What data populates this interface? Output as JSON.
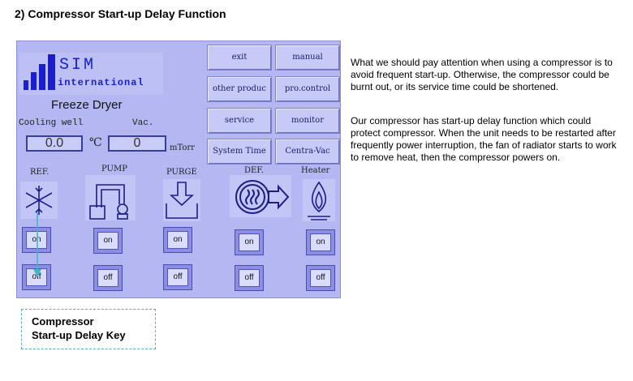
{
  "heading": "2) Compressor Start-up Delay Function",
  "panel": {
    "logo_sim": "SIM",
    "logo_international": "international",
    "freeze_dryer": "Freeze Dryer",
    "cooling_well_label": "Cooling well",
    "vac_label": "Vac.",
    "cooling_value": "0.0",
    "cooling_unit": "℃",
    "vac_value": "0",
    "vac_unit": "mTorr",
    "menu": [
      "exit",
      "manual",
      "other produc",
      "pro.control",
      "service",
      "monitor",
      "System Time",
      "Centra-Vac"
    ],
    "sections": [
      "REF.",
      "PUMP",
      "PURGE",
      "DEF.",
      "Heater"
    ],
    "on_label": "on",
    "off_label": "off"
  },
  "callout": {
    "line1": "Compressor",
    "line2": "Start-up Delay Key"
  },
  "paragraphs": [
    "What we should pay attention when using a compressor is to avoid frequent start-up. Otherwise, the compressor could be burnt out, or its service time could be shortened.",
    "Our compressor has start-up delay function which could protect compressor. When the unit needs to be restarted after frequently power interruption, the fan of radiator starts to work to remove heat, then the compressor powers on."
  ]
}
